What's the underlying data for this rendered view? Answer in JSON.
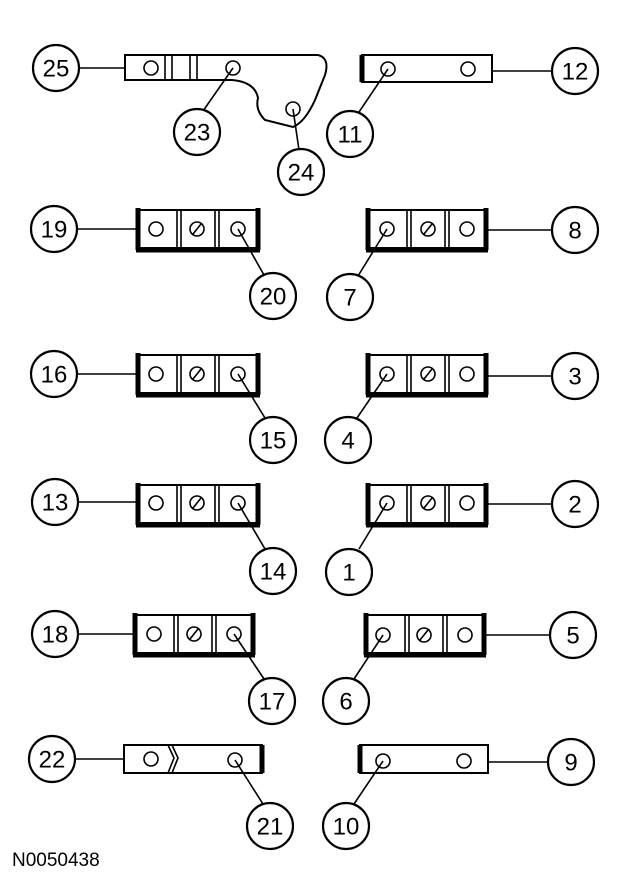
{
  "figure_id": "N0050438",
  "callouts": [
    "1",
    "2",
    "3",
    "4",
    "5",
    "6",
    "7",
    "8",
    "9",
    "10",
    "11",
    "12",
    "13",
    "14",
    "15",
    "16",
    "17",
    "18",
    "19",
    "20",
    "21",
    "22",
    "23",
    "24",
    "25"
  ]
}
